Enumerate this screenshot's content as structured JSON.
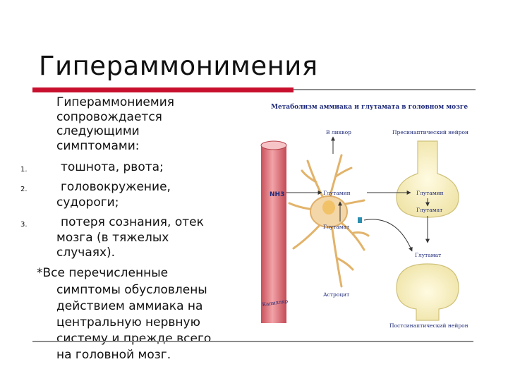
{
  "slide": {
    "title": "Гипераммонимения",
    "intro": [
      "Гипераммониемия",
      "сопровождается",
      "следующими",
      "симптомами:"
    ],
    "list": [
      {
        "number": "1.",
        "lines": [
          "тошнота, рвота;"
        ]
      },
      {
        "number": "2.",
        "lines": [
          "головокружение,",
          "судороги;"
        ]
      },
      {
        "number": "3.",
        "lines": [
          "потеря сознания, отек",
          "мозга (в тяжелых",
          "случаях)."
        ]
      }
    ],
    "note": [
      "*Все перечисленные",
      "симптомы обусловлены",
      "действием аммиака на",
      "центральную нервную",
      "систему и прежде всего",
      "на головной мозг."
    ]
  },
  "figure": {
    "title": "Метаболизм аммиака и глутамата в головном мозге",
    "labels": {
      "vbloor": "В ликвор",
      "presyn": "Пресинаптический нейрон",
      "nh3": "NH3",
      "glutamin_astro": "Глутамин",
      "glutamat_astro": "Глутамат",
      "glutamin_pre": "Глутамин",
      "glutamat_pre": "Глутамат",
      "glutamat_post": "Глутамат",
      "astrocyte": "Астроцит",
      "capillary": "Капилляр",
      "postsyn": "Постсинаптический нейрон"
    },
    "colors": {
      "capillary": "#e07a80",
      "astrocyte": "#f3d7a8",
      "neuron": "#f7f1c6"
    }
  }
}
